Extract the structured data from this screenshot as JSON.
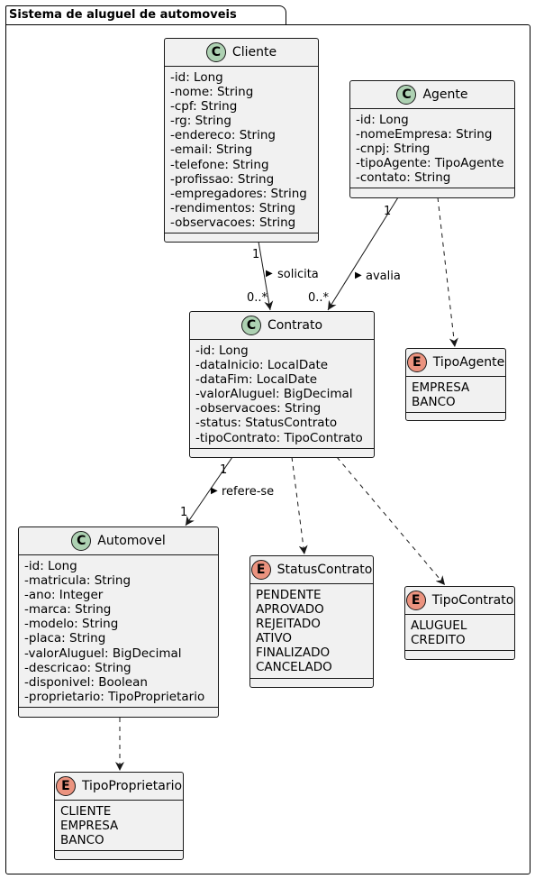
{
  "package": {
    "name": "Sistema de aluguel de automoveis"
  },
  "classes": {
    "cliente": {
      "kind": "C",
      "name": "Cliente",
      "fields": [
        "-id: Long",
        "-nome: String",
        "-cpf: String",
        "-rg: String",
        "-endereco: String",
        "-email: String",
        "-telefone: String",
        "-profissao: String",
        "-empregadores: String",
        "-rendimentos: String",
        "-observacoes: String"
      ]
    },
    "agente": {
      "kind": "C",
      "name": "Agente",
      "fields": [
        "-id: Long",
        "-nomeEmpresa: String",
        "-cnpj: String",
        "-tipoAgente: TipoAgente",
        "-contato: String"
      ]
    },
    "contrato": {
      "kind": "C",
      "name": "Contrato",
      "fields": [
        "-id: Long",
        "-dataInicio: LocalDate",
        "-dataFim: LocalDate",
        "-valorAluguel: BigDecimal",
        "-observacoes: String",
        "-status: StatusContrato",
        "-tipoContrato: TipoContrato"
      ]
    },
    "tipoagente": {
      "kind": "E",
      "name": "TipoAgente",
      "fields": [
        "EMPRESA",
        "BANCO"
      ]
    },
    "automovel": {
      "kind": "C",
      "name": "Automovel",
      "fields": [
        "-id: Long",
        "-matricula: String",
        "-ano: Integer",
        "-marca: String",
        "-modelo: String",
        "-placa: String",
        "-valorAluguel: BigDecimal",
        "-descricao: String",
        "-disponivel: Boolean",
        "-proprietario: TipoProprietario"
      ]
    },
    "statuscontrato": {
      "kind": "E",
      "name": "StatusContrato",
      "fields": [
        "PENDENTE",
        "APROVADO",
        "REJEITADO",
        "ATIVO",
        "FINALIZADO",
        "CANCELADO"
      ]
    },
    "tipocontrato": {
      "kind": "E",
      "name": "TipoContrato",
      "fields": [
        "ALUGUEL",
        "CREDITO"
      ]
    },
    "tipoproprietario": {
      "kind": "E",
      "name": "TipoProprietario",
      "fields": [
        "CLIENTE",
        "EMPRESA",
        "BANCO"
      ]
    }
  },
  "relations": {
    "solicita": {
      "label": "solicita",
      "arrow": "▶",
      "source_mult": "1",
      "target_mult": "0..*"
    },
    "avalia": {
      "label": "avalia",
      "arrow": "▶",
      "source_mult": "1",
      "target_mult": "0..*"
    },
    "refere": {
      "label": "refere-se",
      "arrow": "▶",
      "source_mult": "1",
      "target_mult": "1"
    }
  }
}
